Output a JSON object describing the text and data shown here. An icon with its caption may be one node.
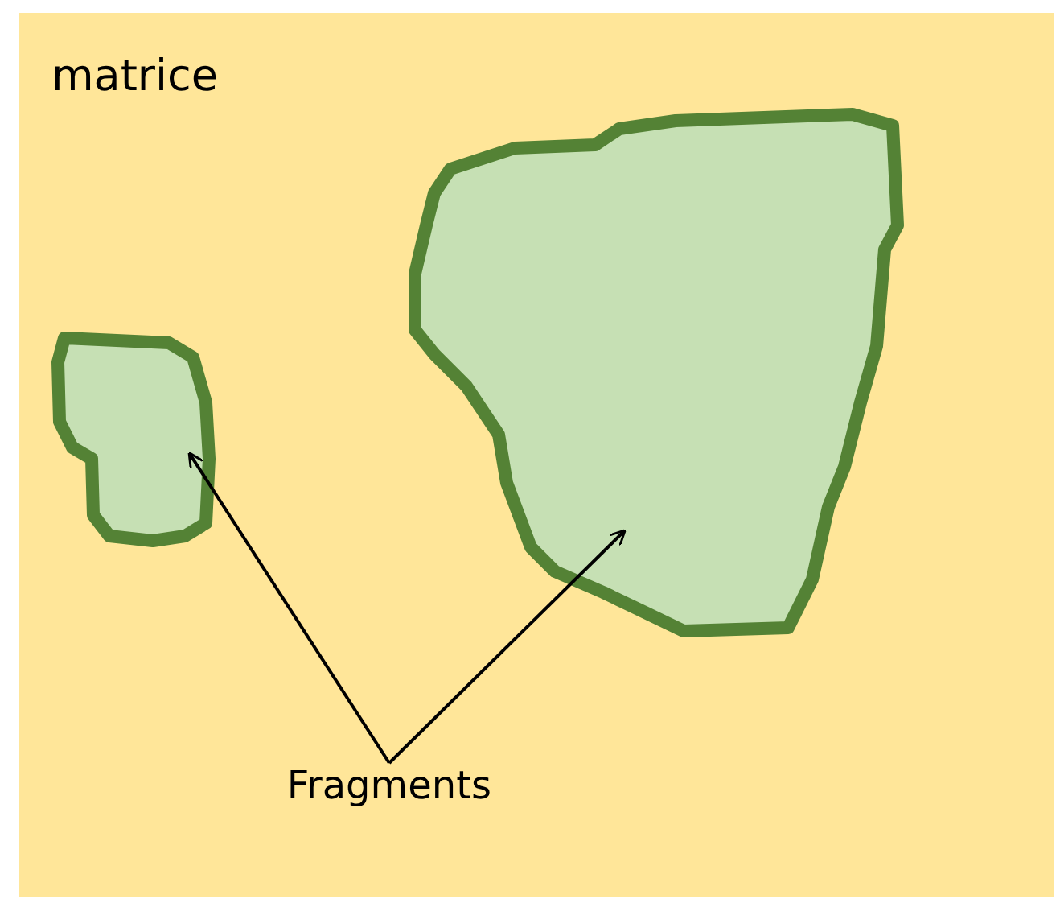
{
  "diagram": {
    "nodes": [
      {
        "text": [
          "matrice"
        ]
      },
      {
        "text": [],
        "shape": "blob",
        "in": 0
      },
      {
        "text": [],
        "shape": "blob",
        "in": 0
      },
      {
        "text": [
          "Fragments"
        ],
        "in": 0
      }
    ],
    "edges": [
      {
        "from": 3,
        "to": 1,
        "arrow": "to"
      },
      {
        "from": 3,
        "to": 2,
        "arrow": "to"
      }
    ]
  }
}
